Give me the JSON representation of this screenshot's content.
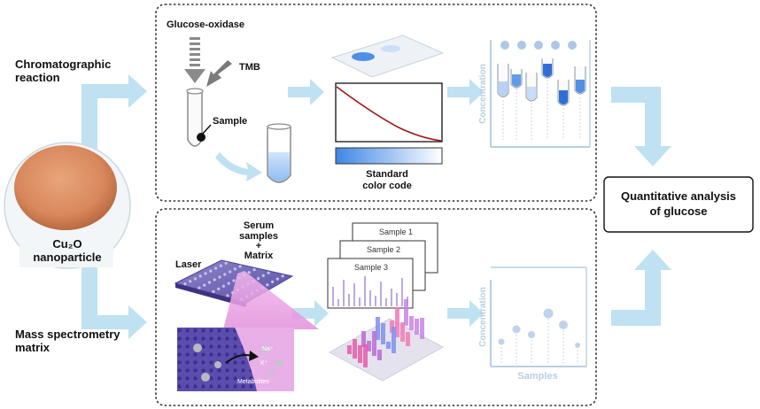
{
  "labels": {
    "chromatographic_reaction": [
      "Chromatographic",
      "reaction"
    ],
    "mass_spectrometry_matrix": [
      "Mass spectrometry",
      "matrix"
    ],
    "particle": [
      "Cu₂O",
      "nanoparticle"
    ],
    "glucose_oxidase": "Glucose-oxidase",
    "tmb": "TMB",
    "sample": "Sample",
    "standard_color_code": [
      "Standard",
      "color code"
    ],
    "concentration": "Concentration",
    "samples_axis": "Samples",
    "result": [
      "Quantitative analysis",
      "of glucose"
    ],
    "serum": [
      "Serum",
      "samples",
      "+",
      "Matrix"
    ],
    "laser": "Laser",
    "spectra_cards": [
      "Sample 1",
      "Sample 2",
      "Sample 3"
    ],
    "ions": [
      "Na⁺",
      "K⁺",
      "Metabolites"
    ]
  },
  "colors": {
    "arrow_blue": "#bfe1f2",
    "panel_border": "#333333",
    "particle": "#d9875c",
    "accent_blue": "#3f86e6",
    "curve_red": "#a01818",
    "chip_purple": "#6c5fb8",
    "beam_pink": "#ea9ce2",
    "axis_blue": "#b9cfe0"
  }
}
